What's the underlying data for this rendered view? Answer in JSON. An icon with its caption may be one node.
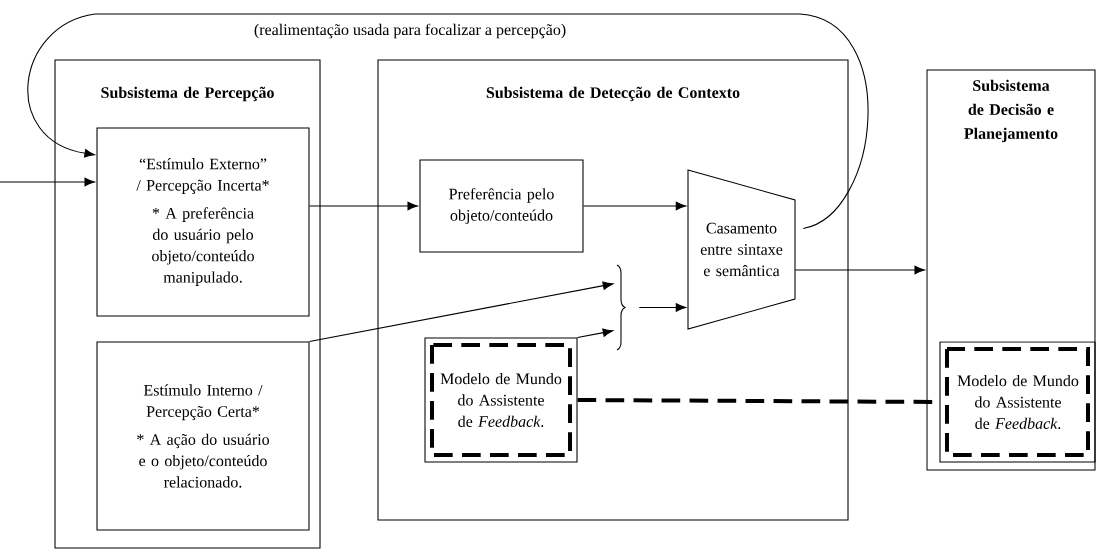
{
  "diagram": {
    "nodes": [
      {
        "text": [
          "Subsistema de Percepção"
        ]
      },
      {
        "text": [
          "“Estímulo Externo” / Percepção Incerta*",
          "* A preferência do usuário pelo objeto/conteúdo manipulado."
        ],
        "in": 0
      },
      {
        "text": [
          "Estímulo Interno / Percepção Certa*",
          "* A ação do usuário e o objeto/conteúdo relacionado."
        ],
        "in": 0
      },
      {
        "text": [
          "Subsistema de Detecção de Contexto"
        ]
      },
      {
        "text": [
          "Preferência pelo objeto/conteúdo"
        ],
        "in": 3
      },
      {
        "text": [
          "Casamento entre sintaxe e semântica"
        ],
        "in": 3
      },
      {
        "text": [
          "Modelo de Mundo do Assistente de *Feedback*."
        ],
        "in": 3
      },
      {
        "text": [],
        "shape": "brace",
        "in": 3
      },
      {
        "text": [
          "Subsistema de Decisão e Planejamento"
        ]
      },
      {
        "text": [
          "Modelo de Mundo do Assistente de *Feedback*."
        ],
        "in": 8
      }
    ],
    "edges": [
      {
        "from": null,
        "to": 1,
        "arrow": "to"
      },
      {
        "from": 5,
        "to": 1,
        "arrow": "to",
        "label": "(realimentação usada para focalizar a percepção)"
      },
      {
        "from": 1,
        "to": 4,
        "arrow": "to"
      },
      {
        "from": 4,
        "to": 5,
        "arrow": "to"
      },
      {
        "from": 2,
        "to": 7,
        "arrow": "to"
      },
      {
        "from": 6,
        "to": 7,
        "arrow": "to"
      },
      {
        "from": 7,
        "to": 5,
        "arrow": "to"
      },
      {
        "from": 5,
        "to": 8,
        "arrow": "to"
      },
      {
        "from": 6,
        "to": 9,
        "arrow": "none",
        "style": "dashed"
      }
    ]
  }
}
